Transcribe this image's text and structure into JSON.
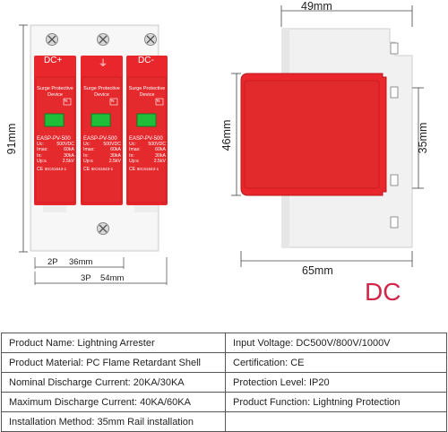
{
  "dimensions": {
    "width_top": "49mm",
    "height_left": "91mm",
    "front_height": "46mm",
    "rail_height": "35mm",
    "width_bottom": "65mm",
    "width_2p_label": "2P",
    "width_2p_value": "36mm",
    "width_3p_label": "3P",
    "width_3p_value": "54mm"
  },
  "device": {
    "terminal_labels": [
      "DC+",
      "⏚",
      "DC-"
    ],
    "module_header": [
      "Surge Protective",
      "Device"
    ],
    "module_badge": "Ts",
    "modules": [
      {
        "model": "EASP-PV-500",
        "specs": [
          [
            "Uc:",
            "500VDC"
          ],
          [
            "Imax:",
            "60kA"
          ],
          [
            "In:",
            "30kA"
          ],
          [
            "Up:≤",
            "2.5kV"
          ]
        ],
        "standard": "IEC61643-1"
      },
      {
        "model": "EASP-PV-500",
        "specs": [
          [
            "Uc:",
            "500VDC"
          ],
          [
            "Imax:",
            "60kA"
          ],
          [
            "In:",
            "30kA"
          ],
          [
            "Up:≤",
            "2.5kV"
          ]
        ],
        "standard": "IEC61643-1"
      },
      {
        "model": "EASP-PV-500",
        "specs": [
          [
            "Uc:",
            "500VDC"
          ],
          [
            "Imax:",
            "60kA"
          ],
          [
            "In:",
            "30kA"
          ],
          [
            "Up:≤",
            "2.5kV"
          ]
        ],
        "standard": "IEC61643-1"
      }
    ]
  },
  "type_label": "DC",
  "colors": {
    "accent": "#d1254a",
    "housing_red": "#e8262b",
    "window_green": "#1fbf3a"
  },
  "spec_table": [
    [
      "Product Name: Lightning Arrester",
      "Input Voltage: DC500V/800V/1000V"
    ],
    [
      "Product Material: PC Flame Retardant Shell",
      "Certification: CE"
    ],
    [
      "Nominal Discharge Current: 20KA/30KA",
      "Protection Level: IP20"
    ],
    [
      "Maximum Discharge Current: 40KA/60KA",
      "Product Function: Lightning Protection"
    ],
    [
      "Installation Method: 35mm Rail installation",
      ""
    ]
  ]
}
